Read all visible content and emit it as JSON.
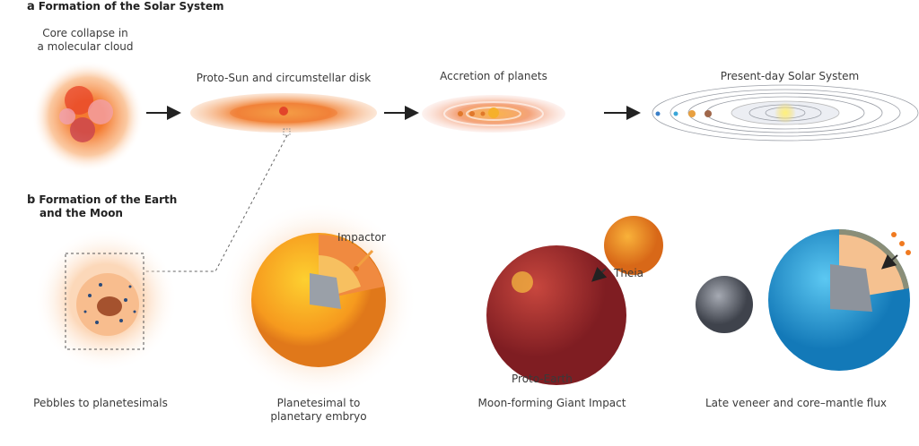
{
  "panel_a": {
    "letter": "a",
    "title": "Formation of the Solar System",
    "stages": [
      {
        "line1": "Core collapse in",
        "line2": "a molecular cloud"
      },
      {
        "line1": "Proto-Sun and circumstellar disk"
      },
      {
        "line1": "Accretion of planets"
      },
      {
        "line1": "Present-day Solar System"
      }
    ]
  },
  "panel_b": {
    "letter": "b",
    "title_line1": "Formation of the Earth",
    "title_line2": "and the Moon",
    "labels": {
      "impactor": "Impactor",
      "theia": "Theia",
      "proto_earth": "Proto-Earth"
    },
    "stages": [
      {
        "line1": "Pebbles to planetesimals"
      },
      {
        "line1": "Planetesimal to",
        "line2": "planetary embryo"
      },
      {
        "line1": "Moon-forming Giant Impact"
      },
      {
        "line1": "Late veneer and core–mantle flux"
      }
    ]
  },
  "colors": {
    "orange": "#f28c28",
    "red": "#a5282e",
    "blue": "#2aa7e0",
    "grey": "#6b6f78"
  }
}
